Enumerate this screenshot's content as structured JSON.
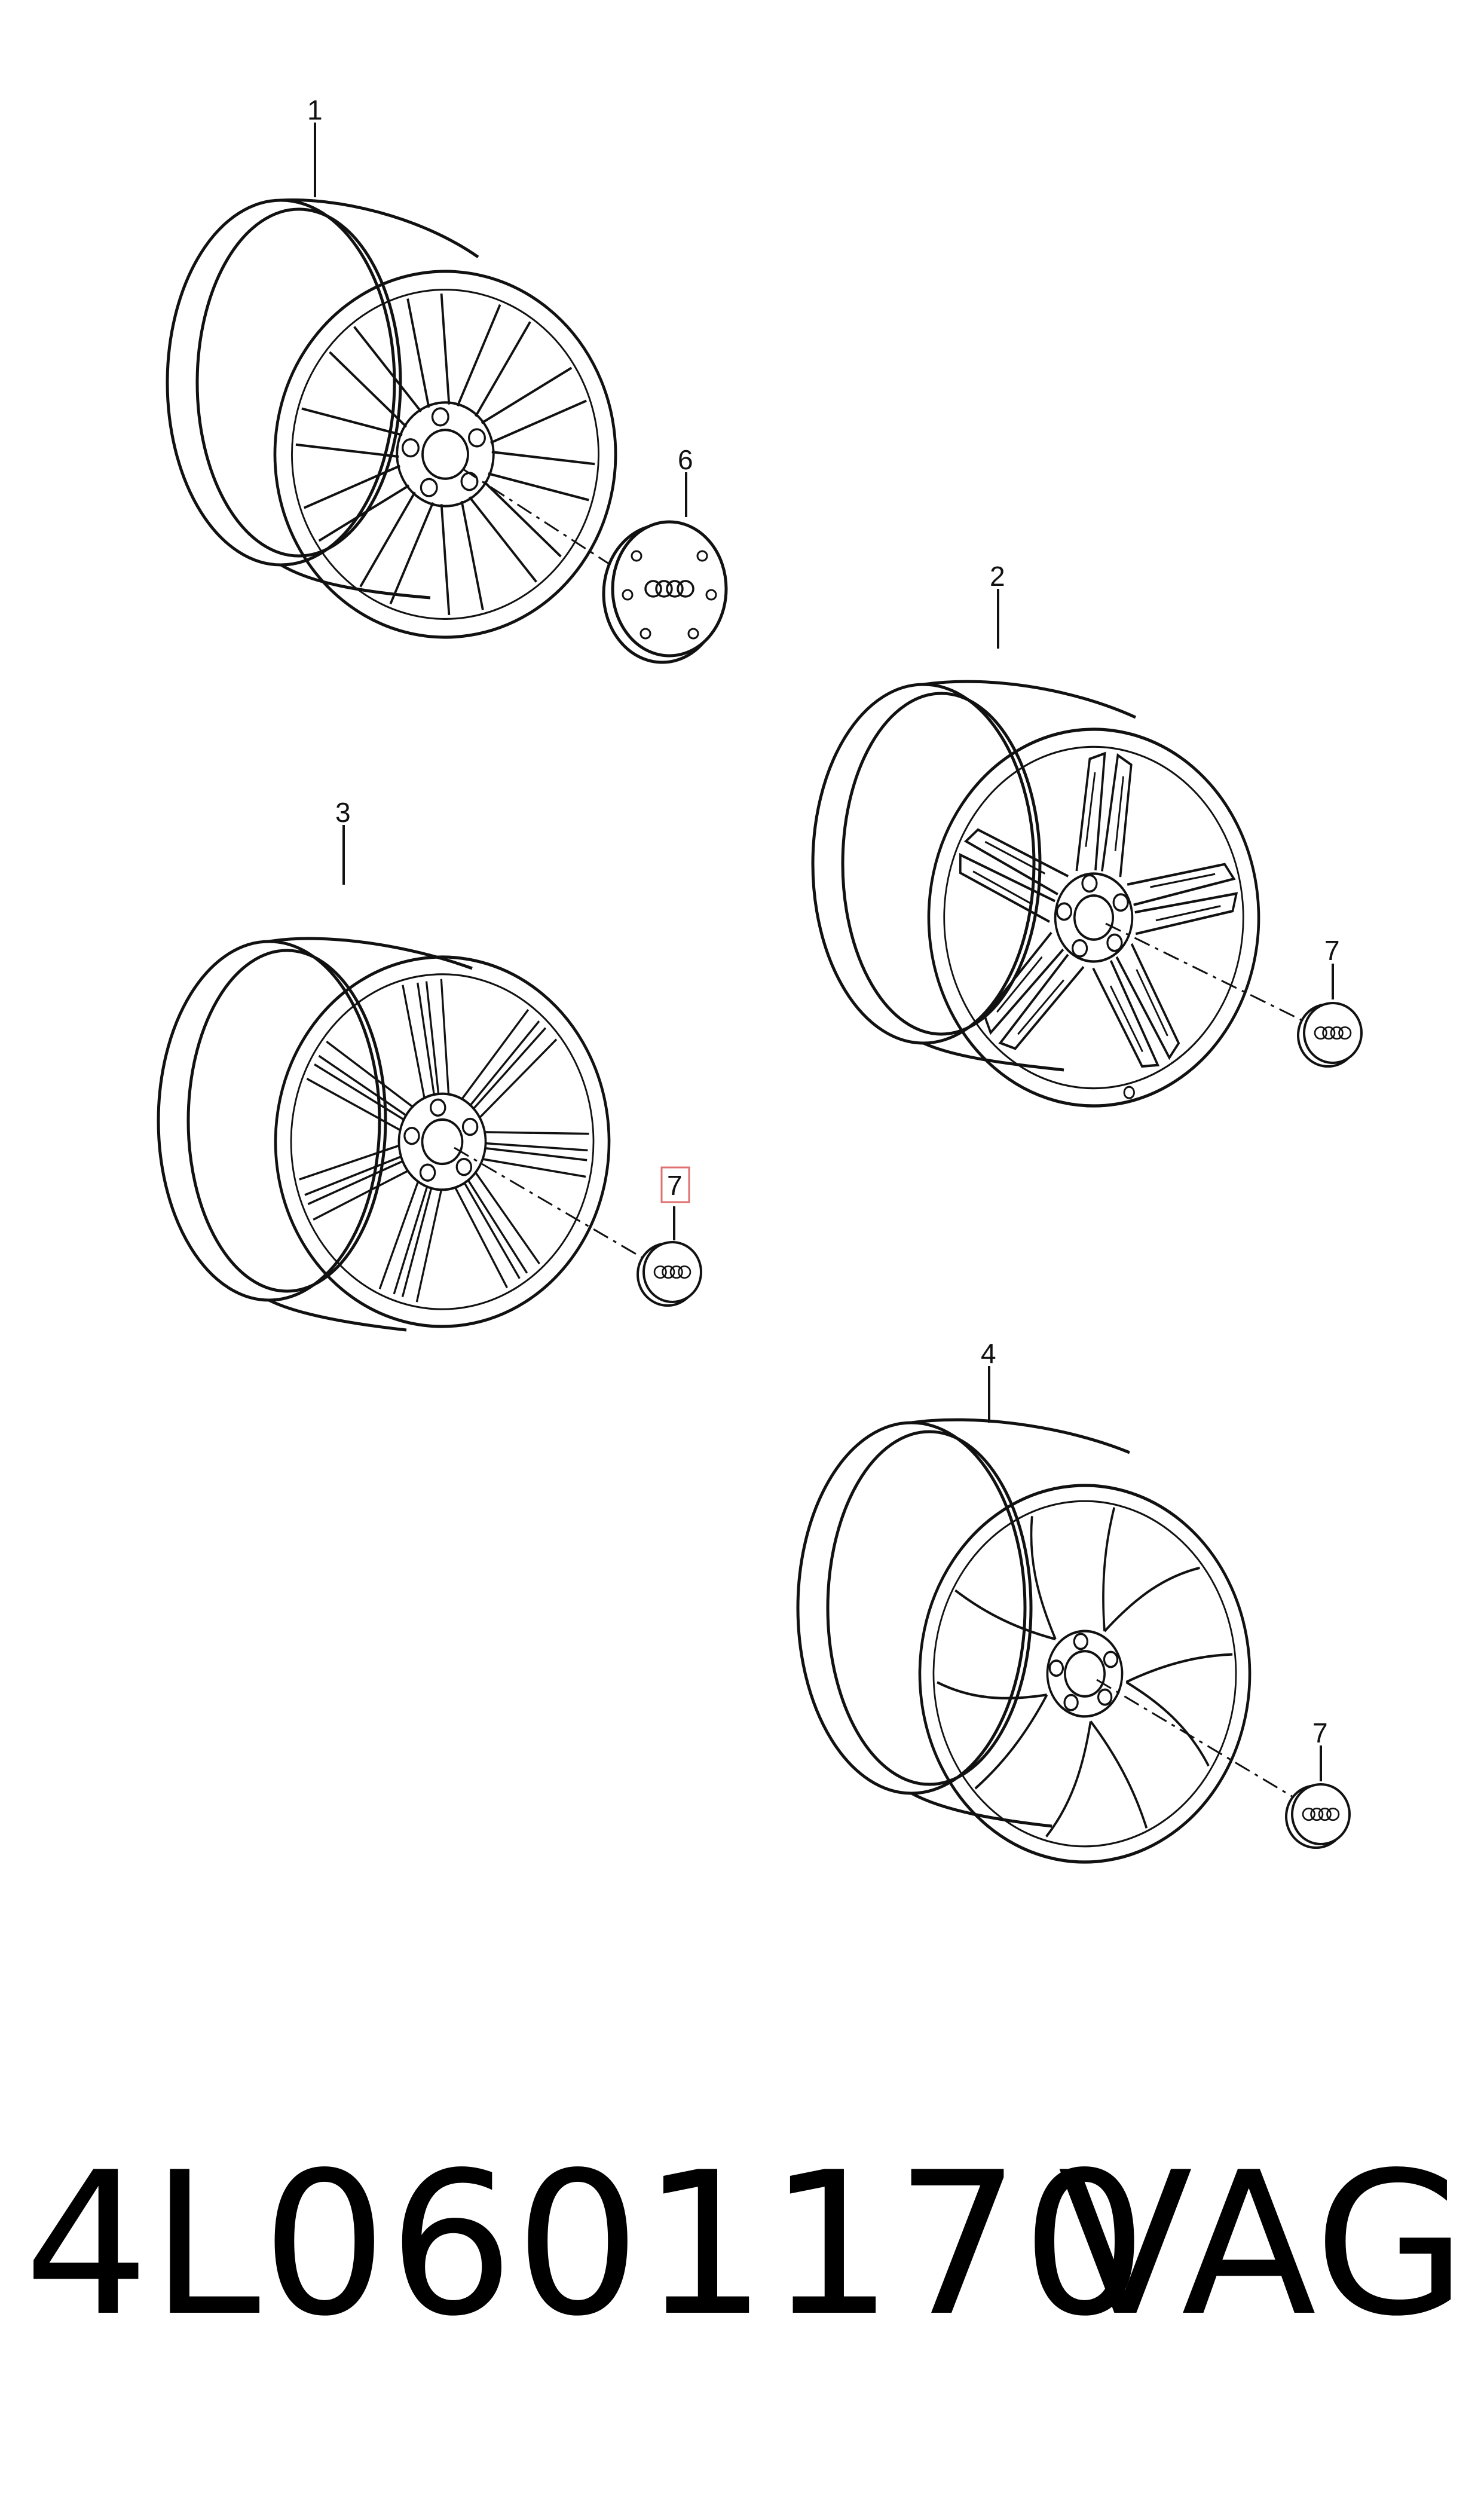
{
  "diagram": {
    "callouts": [
      {
        "id": "wheel-1",
        "label": "1"
      },
      {
        "id": "wheel-2",
        "label": "2"
      },
      {
        "id": "wheel-3",
        "label": "3"
      },
      {
        "id": "wheel-4",
        "label": "4"
      },
      {
        "id": "cap-6",
        "label": "6"
      },
      {
        "id": "cap-7a",
        "label": "7"
      },
      {
        "id": "cap-7b",
        "label": "7",
        "highlighted": true
      },
      {
        "id": "cap-7c",
        "label": "7"
      }
    ],
    "highlight_color": "#e07070",
    "line_color": "#111111"
  },
  "footer": {
    "part_number": "4L0601170",
    "manufacturer": "VAG"
  }
}
